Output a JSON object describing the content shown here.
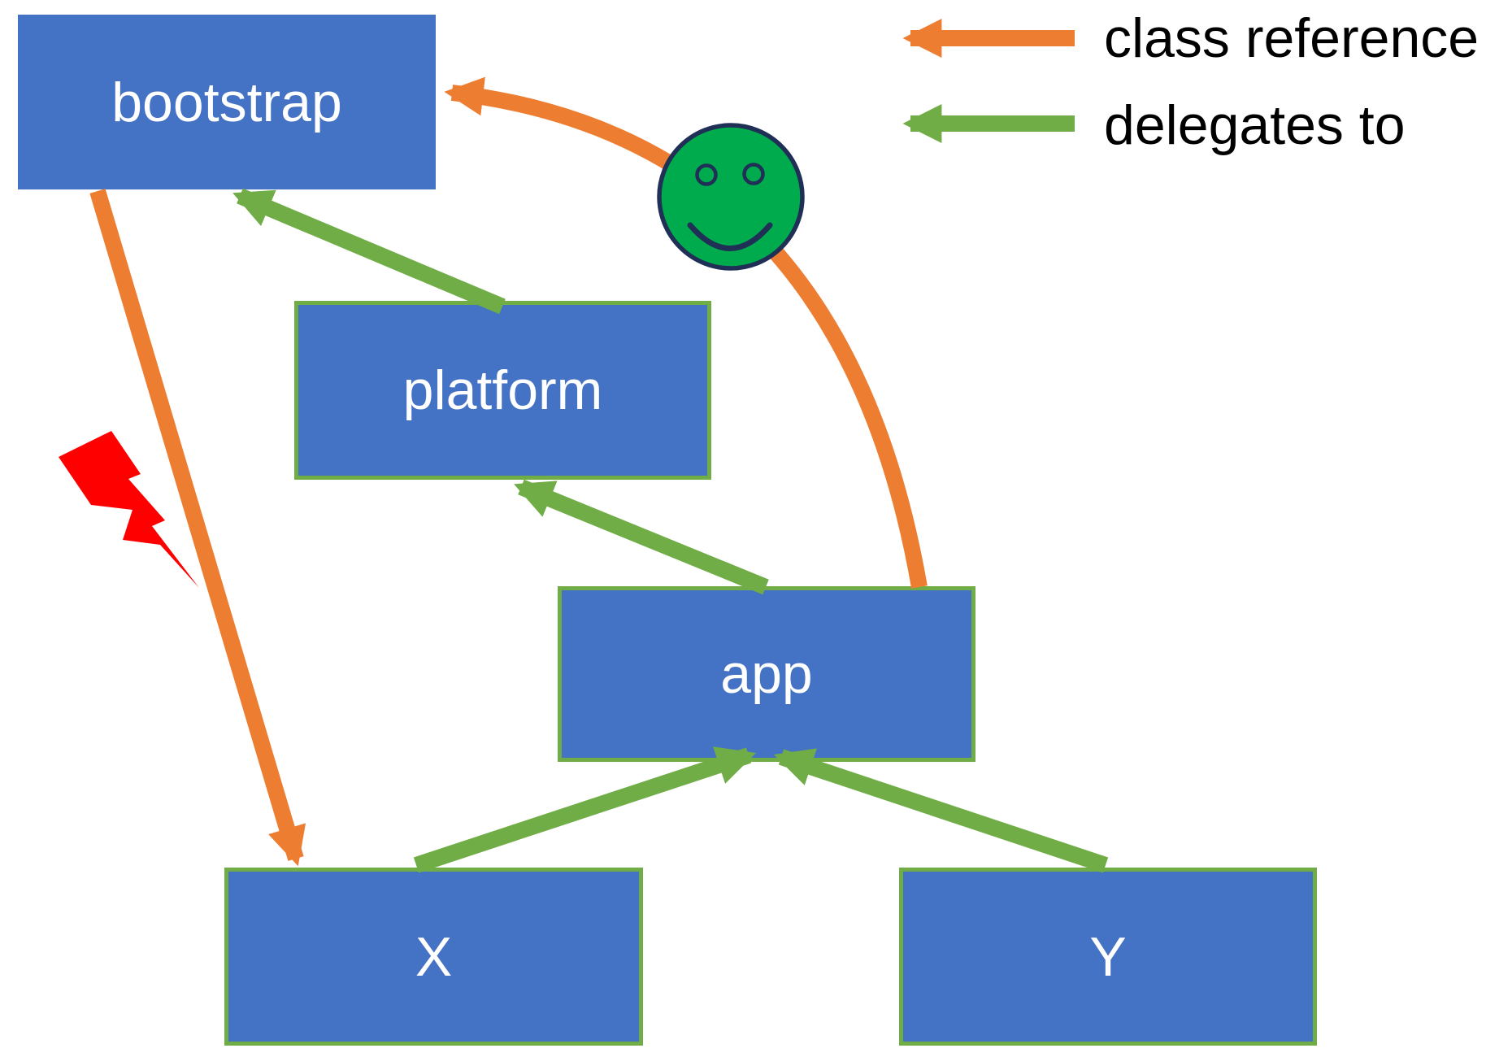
{
  "diagram_type": "classloader delegation diagram",
  "colors": {
    "background": "#FFFFFF",
    "box_blue": "#4472C4",
    "green": "#70AD47",
    "orange": "#ED7D31",
    "smiley_green": "#00AB4E",
    "outline_navy": "#1F2F56",
    "lightning_red": "#FF0000",
    "text_white": "#FFFFFF",
    "text_black": "#000000"
  },
  "nodes": {
    "bootstrap": {
      "label": "bootstrap"
    },
    "platform": {
      "label": "platform"
    },
    "app": {
      "label": "app"
    },
    "x": {
      "label": "X"
    },
    "y": {
      "label": "Y"
    }
  },
  "legend": {
    "class_reference": {
      "label": "class reference",
      "arrow_color": "#ED7D31"
    },
    "delegates_to": {
      "label": "delegates to",
      "arrow_color": "#70AD47"
    }
  },
  "edges": [
    {
      "from": "app",
      "to": "bootstrap",
      "type": "class reference",
      "shape": "curved"
    },
    {
      "from": "bootstrap",
      "to": "X",
      "type": "class reference",
      "shape": "straight",
      "annotation": "broken (lightning bolt)"
    },
    {
      "from": "platform",
      "to": "bootstrap",
      "type": "delegates to"
    },
    {
      "from": "app",
      "to": "platform",
      "type": "delegates to"
    },
    {
      "from": "X",
      "to": "app",
      "type": "delegates to"
    },
    {
      "from": "Y",
      "to": "app",
      "type": "delegates to"
    }
  ],
  "decorations": {
    "smiley": "green smiley face over app-to-bootstrap reference",
    "lightning": "red lightning bolt over bootstrap-to-X reference"
  }
}
